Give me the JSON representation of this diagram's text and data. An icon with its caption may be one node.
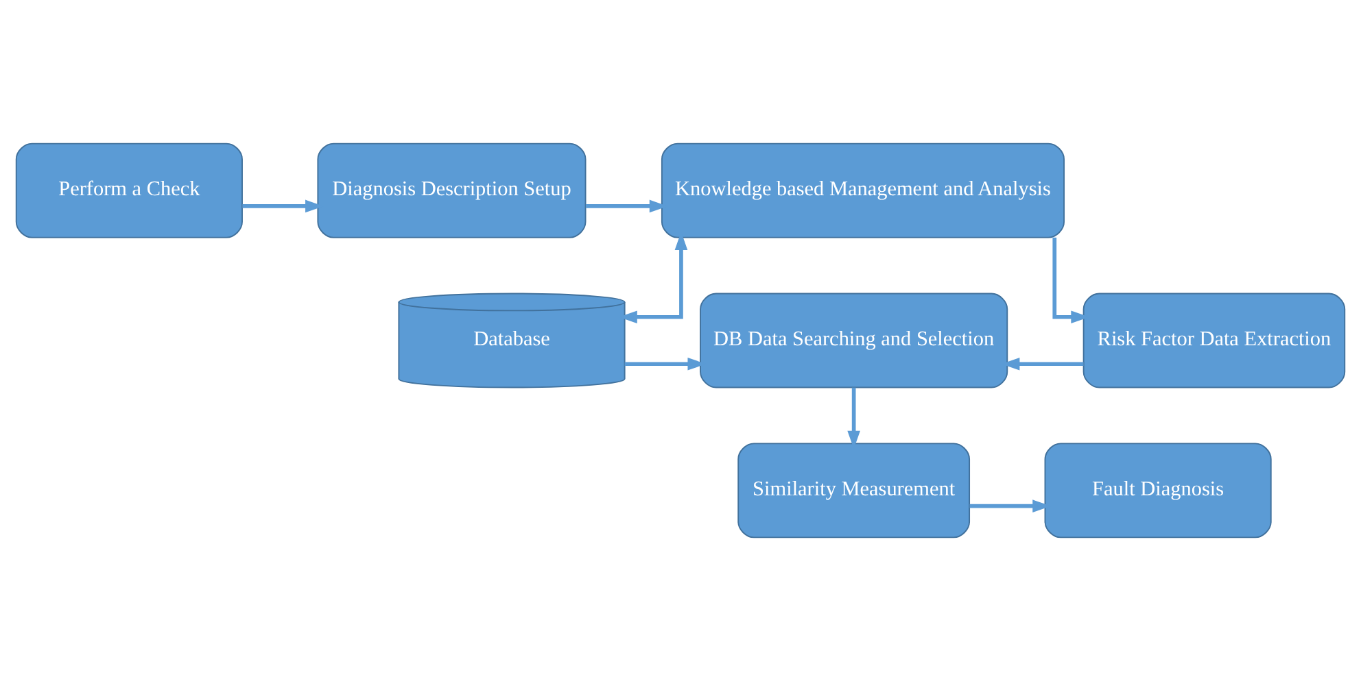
{
  "diagram": {
    "nodes": [
      {
        "text": [
          "Perform a Check"
        ]
      },
      {
        "text": [
          "Diagnosis Description Setup"
        ]
      },
      {
        "text": [
          "Knowledge based Management and Analysis"
        ]
      },
      {
        "text": [
          "DB Data Searching and Selection"
        ]
      },
      {
        "text": [
          "Risk Factor Data Extraction"
        ]
      },
      {
        "text": [
          "Database"
        ]
      },
      {
        "text": [
          "Similarity Measurement"
        ]
      },
      {
        "text": [
          "Fault Diagnosis"
        ]
      }
    ],
    "edges": [
      {
        "from": 0,
        "to": 1,
        "arrow": "to"
      },
      {
        "from": 1,
        "to": 2,
        "arrow": "to"
      },
      {
        "from": 2,
        "to": 4,
        "arrow": "to"
      },
      {
        "from": 4,
        "to": 3,
        "arrow": "to"
      },
      {
        "from": 3,
        "to": 6,
        "arrow": "to"
      },
      {
        "from": 6,
        "to": 7,
        "arrow": "to"
      },
      {
        "from": 5,
        "to": 2,
        "arrow": "both"
      },
      {
        "from": 5,
        "to": 3,
        "arrow": "to"
      }
    ]
  }
}
